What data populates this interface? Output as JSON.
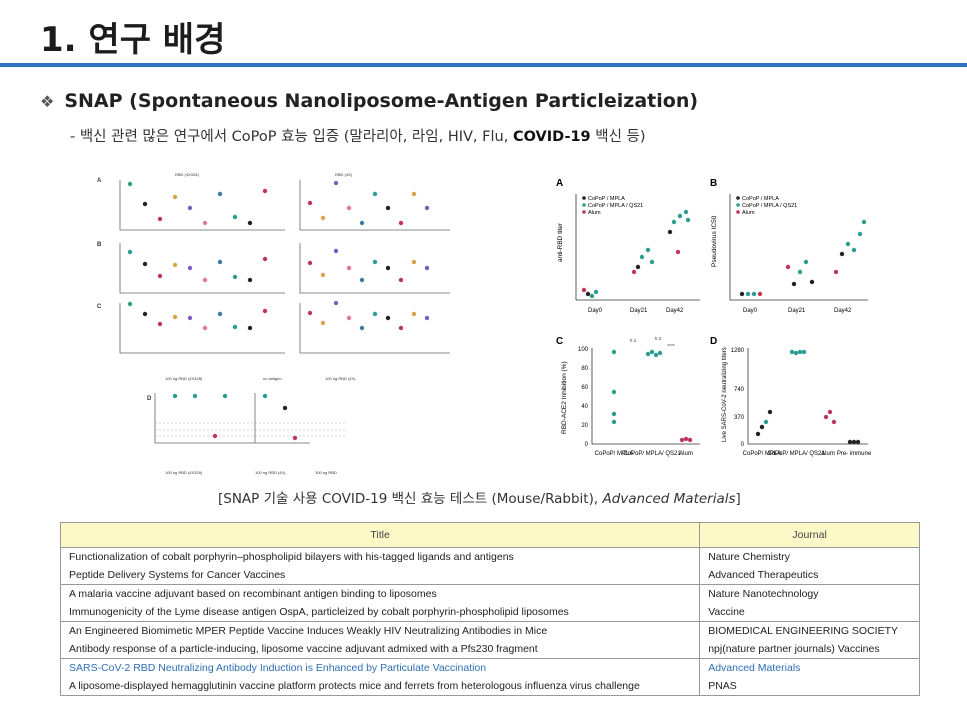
{
  "slide": {
    "title": "1. 연구 배경",
    "bullet_icon": "diamond-dots-icon",
    "heading": "SNAP (Spontaneous Nanoliposome-Antigen Particleization)",
    "subline_prefix": "- 백신 관련 많은 연구에서 CoPoP 효능 입증 (말라리아, 라임, HIV, Flu, ",
    "subline_bold": "COVID-19",
    "subline_suffix": " 백신 등)",
    "caption_prefix": "[SNAP 기술 사용 COVID-19 백신 효능 테스트 (Mouse/Rabbit), ",
    "caption_italic": "Advanced Materials",
    "caption_suffix": "]"
  },
  "figure_left": {
    "panels": [
      "A",
      "B",
      "C",
      "D"
    ],
    "headers": [
      "RBD (4X328)",
      "RBD (4X)"
    ],
    "footers": [
      "100 ng RBD (4X328)",
      "100 ng RBD (4X)",
      "no antigen"
    ],
    "d_footers": [
      "100 ng RBD (4X328)",
      "100 ng RBD (4X)",
      "100 ng RBD"
    ]
  },
  "figure_right": {
    "A": {
      "label": "A",
      "ylabel": "anti-RBD titer",
      "x": [
        "Day0",
        "Day21",
        "Day42"
      ],
      "legend": [
        "CoPoP / MPLA",
        "CoPoP / MPLA / QS21",
        "Alum"
      ],
      "colors": [
        "#222222",
        "#2a9d8f",
        "#c0365a"
      ]
    },
    "B": {
      "label": "B",
      "ylabel": "Pseudovirus IC50",
      "x": [
        "Day0",
        "Day21",
        "Day42"
      ],
      "legend": [
        "CoPoP / MPLA",
        "CoPoP / MPLA / QS21",
        "Alum"
      ]
    },
    "C": {
      "label": "C",
      "ylabel": "RBD-ACE2 Inhibition (%)",
      "yticks": [
        "0",
        "20",
        "40",
        "60",
        "80",
        "100"
      ],
      "x": [
        "CoPoP/ MPLA",
        "CoPoP/ MPLA/ QS21",
        "Alum"
      ],
      "sig": [
        "n.s",
        "n.s",
        "****"
      ]
    },
    "D": {
      "label": "D",
      "ylabel": "Live SARS-CoV-2 neutralizing titers",
      "yticks": [
        "0",
        "370",
        "740",
        "1280"
      ],
      "x": [
        "CoPoP/ MPLA",
        "CoPoP/ MPLA/ QS21",
        "Alum",
        "Pre- immune"
      ]
    }
  },
  "table": {
    "headers": [
      "Title",
      "Journal"
    ],
    "rows": [
      {
        "title": "Functionalization of cobalt porphyrin–phospholipid bilayers with his-tagged ligands and antigens",
        "journal": "Nature Chemistry"
      },
      {
        "title": "Peptide Delivery Systems for Cancer Vaccines",
        "journal": "Advanced Therapeutics"
      },
      {
        "title": "A malaria vaccine adjuvant based on recombinant antigen binding to liposomes",
        "journal": "Nature Nanotechnology"
      },
      {
        "title": "Immunogenicity of the Lyme disease antigen OspA, particleized by cobalt porphyrin-phospholipid liposomes",
        "journal": "Vaccine"
      },
      {
        "title": "An Engineered Biomimetic MPER Peptide Vaccine Induces Weakly HIV Neutralizing Antibodies in Mice",
        "journal": "BIOMEDICAL ENGINEERING SOCIETY"
      },
      {
        "title": "Antibody response of a particle-inducing, liposome vaccine adjuvant admixed with a Pfs230 fragment",
        "journal": "npj(nature partner journals) Vaccines"
      },
      {
        "title": "SARS-CoV-2 RBD Neutralizing Antibody Induction is Enhanced by Particulate Vaccination",
        "journal": "Advanced Materials"
      },
      {
        "title": "A liposome-displayed hemagglutinin vaccine platform protects mice and ferrets from heterologous influenza virus challenge",
        "journal": "PNAS"
      }
    ]
  }
}
